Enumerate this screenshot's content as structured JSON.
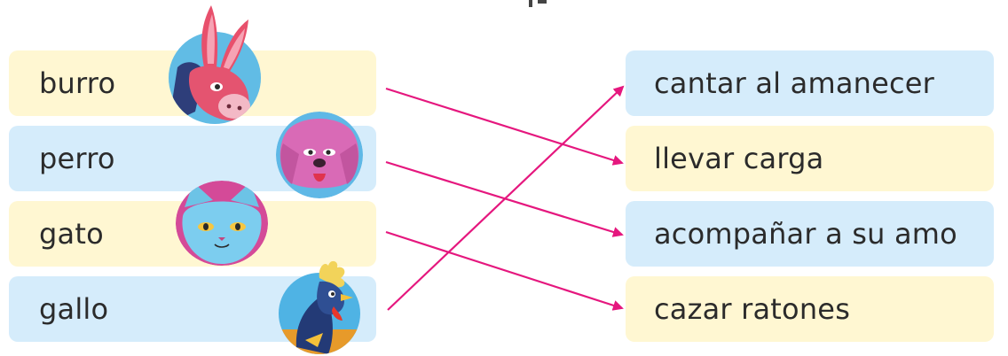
{
  "left_items": [
    {
      "label": "burro",
      "color": "#fff7d2"
    },
    {
      "label": "perro",
      "color": "#d5ecfb"
    },
    {
      "label": "gato",
      "color": "#fff7d2"
    },
    {
      "label": "gallo",
      "color": "#d5ecfb"
    }
  ],
  "right_items": [
    {
      "label": "cantar al amanecer",
      "color": "#d5ecfb"
    },
    {
      "label": "llevar carga",
      "color": "#fff7d2"
    },
    {
      "label": "acompañar a su amo",
      "color": "#d5ecfb"
    },
    {
      "label": "cazar ratones",
      "color": "#fff7d2"
    }
  ],
  "connections": [
    {
      "from": "burro",
      "to": "llevar carga"
    },
    {
      "from": "perro",
      "to": "acompañar a su amo"
    },
    {
      "from": "gato",
      "to": "cazar ratones"
    },
    {
      "from": "gallo",
      "to": "cantar al amanecer"
    }
  ],
  "avatars": [
    {
      "animal": "donkey-icon"
    },
    {
      "animal": "dog-icon"
    },
    {
      "animal": "cat-icon"
    },
    {
      "animal": "rooster-icon"
    }
  ],
  "colors": {
    "arrow": "#e5177e",
    "yellow_box": "#fff7d2",
    "blue_box": "#d5ecfb",
    "text": "#2b2b2b"
  }
}
